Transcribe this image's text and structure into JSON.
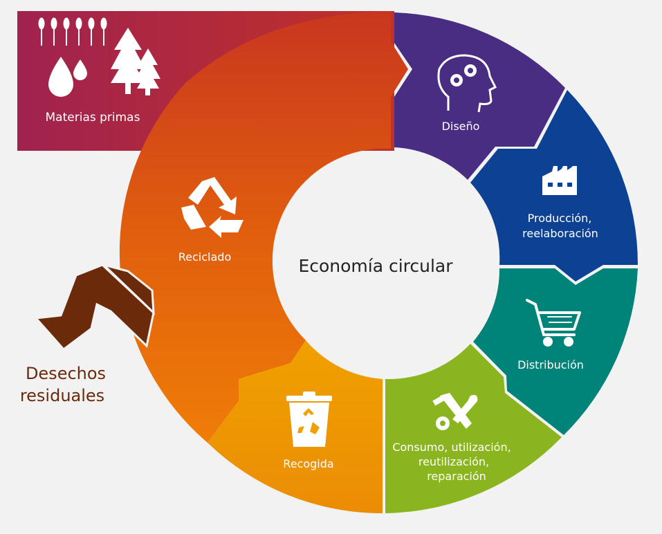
{
  "diagram": {
    "center_label": "Economía circular",
    "raw_materials": {
      "label": "Materias primas"
    },
    "waste": {
      "line1": "Desechos",
      "line2": "residuales"
    },
    "stages": [
      {
        "id": "diseno",
        "label": "Diseño",
        "icon": "head-gears-icon",
        "color": "#482d82"
      },
      {
        "id": "produccion",
        "line1": "Producción,",
        "line2": "reelaboración",
        "icon": "factory-icon",
        "color": "#0d4193"
      },
      {
        "id": "distribucion",
        "label": "Distribución",
        "icon": "shopping-cart-icon",
        "color": "#008479"
      },
      {
        "id": "consumo",
        "line1": "Consumo, utilización,",
        "line2": "reutilización,",
        "line3": "reparación",
        "icon": "tools-icon",
        "color": "#8ab51f"
      },
      {
        "id": "recogida",
        "label": "Recogida",
        "icon": "recycle-bin-icon",
        "color": "#f0a000"
      },
      {
        "id": "reciclado",
        "label": "Reciclado",
        "icon": "recycle-icon",
        "color": "#e66211"
      }
    ],
    "colors": {
      "raw_materials_start": "#a0224f",
      "raw_materials_end": "#c23127",
      "waste_arrow": "#6b2a0a",
      "waste_text": "#6b2a0a",
      "background": "#f2f2f2"
    }
  }
}
